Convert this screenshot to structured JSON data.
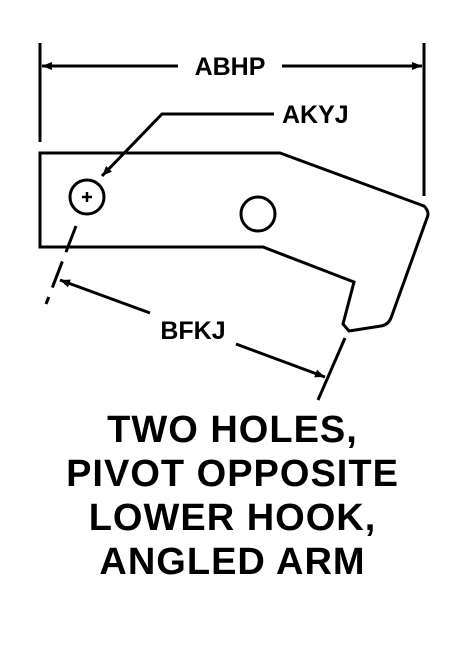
{
  "dimensions": {
    "overall_width": "ABHP",
    "hole_callout": "AKYJ",
    "hole_spacing": "BFKJ"
  },
  "caption": {
    "line1": "TWO HOLES,",
    "line2": "PIVOT OPPOSITE",
    "line3": "LOWER HOOK,",
    "line4": "ANGLED ARM"
  }
}
